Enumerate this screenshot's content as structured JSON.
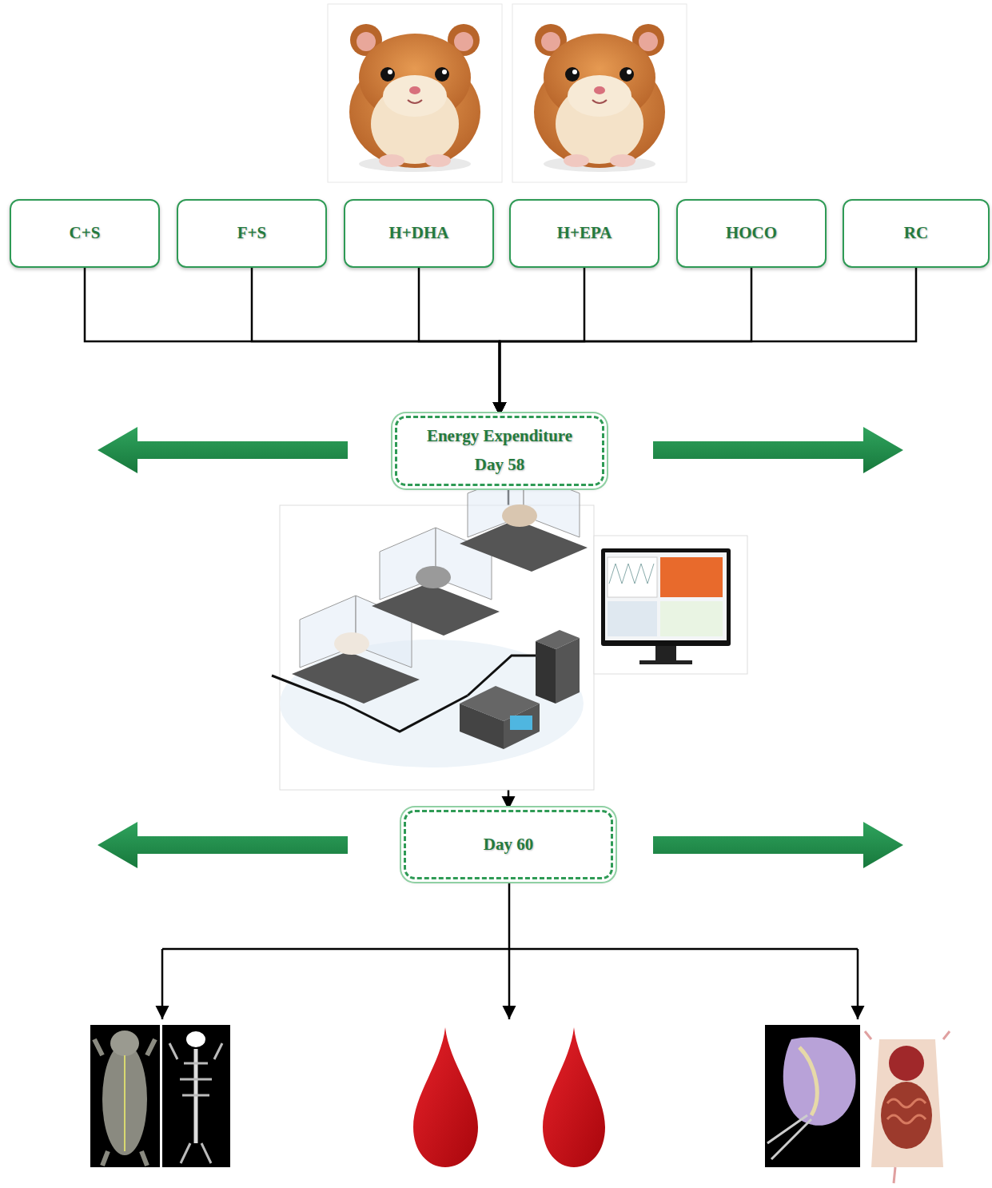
{
  "diagram": {
    "nodes": [
      {
        "text": [
          "C+S"
        ]
      },
      {
        "text": [
          "F+S"
        ]
      },
      {
        "text": [
          "H+DHA"
        ]
      },
      {
        "text": [
          "H+EPA"
        ]
      },
      {
        "text": [
          "HOCO"
        ]
      },
      {
        "text": [
          "RC"
        ]
      },
      {
        "text": [
          "Energy Expenditure",
          "Day 58"
        ]
      },
      {
        "text": [
          "Day 60"
        ]
      }
    ],
    "edges": [
      {
        "from": 0,
        "to": 6,
        "arrow": "to"
      },
      {
        "from": 1,
        "to": 6,
        "arrow": "to"
      },
      {
        "from": 2,
        "to": 6,
        "arrow": "to"
      },
      {
        "from": 3,
        "to": 6,
        "arrow": "to"
      },
      {
        "from": 4,
        "to": 6,
        "arrow": "to"
      },
      {
        "from": 5,
        "to": 6,
        "arrow": "to"
      },
      {
        "from": 6,
        "to": 7,
        "arrow": "to"
      }
    ]
  }
}
